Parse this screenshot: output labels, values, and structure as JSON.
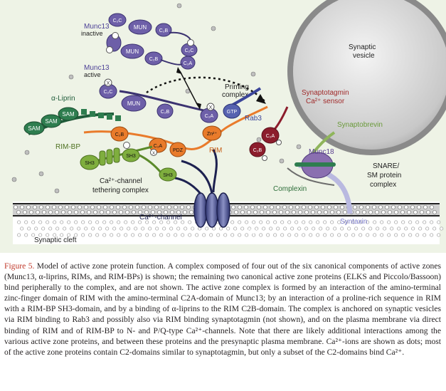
{
  "diagram": {
    "labels": {
      "munc13_inactive": [
        "Munc13",
        "inactive"
      ],
      "munc13_active": [
        "Munc13",
        "active"
      ],
      "alpha_liprin": "α-Liprin",
      "rim_bp": "RIM-BP",
      "rim": "RIM",
      "priming_complex": [
        "Priming",
        "complex"
      ],
      "rab3": "Rab3",
      "synaptic_vesicle": [
        "Synaptic",
        "vesicle"
      ],
      "synaptotagmin": [
        "Synaptotagmin",
        "Ca²⁺ sensor"
      ],
      "synaptobrevin": "Synaptobrevin",
      "munc18": "Munc18",
      "snare_sm": [
        "SNARE/",
        "SM protein",
        "complex"
      ],
      "complexin": "Complexin",
      "syntaxin": "Syntaxin",
      "ca_channel_tethering": [
        "Ca²⁺-channel",
        "tethering complex"
      ],
      "ca_channel": "Ca²⁺-channel",
      "ca2_plus": "Ca²⁺",
      "synaptic_cleft": "Synaptic cleft"
    },
    "domains": {
      "c2c": "C₂C",
      "mun": "MUN",
      "c2b": "C₂B",
      "c2a": "C₂A",
      "x": "X",
      "sam": "SAM",
      "sh3": "SH3",
      "pdz": "PDZ",
      "zn": "Zn²⁺",
      "gtp": "GTP",
      "ca": "C₂A",
      "cb": "C₂B"
    },
    "colors": {
      "munc13": "#6d5fa8",
      "liprin": "#2e7d4f",
      "rim": "#e97b2b",
      "rimbp": "#7fae3e",
      "synaptotagmin": "#8c1d2c",
      "vesicle": "#b9b9b9",
      "membrane": "#d9d9d9",
      "cytosol": "#eef3e6",
      "caption_label": "#c0392b"
    }
  },
  "caption": {
    "label": "Figure 5.",
    "text": " Model of active zone protein function. A complex composed of four out of the six canonical components of active zones (Munc13, α-liprins, RIMs, and RIM-BPs) is shown; the remaining two canonical active zone proteins (ELKS and Piccolo/Bassoon) bind peripherally to the complex, and are not shown. The active zone complex is formed by an interaction of the amino-terminal zinc-finger domain of RIM with the amino-terminal C2A-domain of Munc13; by an interaction of a proline-rich sequence in RIM with a RIM-BP SH3-domain, and by a binding of α-liprins to the RIM C2B-domain. The complex is anchored on synaptic vesicles via RIM binding to Rab3 and possibly also via RIM binding synaptotagmin (not shown), and on the plasma membrane via direct binding of RIM and of RIM-BP to N- and P/Q-type Ca²⁺-channels. Note that there are likely additional interactions among the various active zone proteins, and between these proteins and the presynaptic plasma membrane. Ca²⁺-ions are shown as dots; most of the active zone proteins contain C2-domains similar to synaptotagmin, but only a subset of the C2-domains bind Ca²⁺."
  }
}
